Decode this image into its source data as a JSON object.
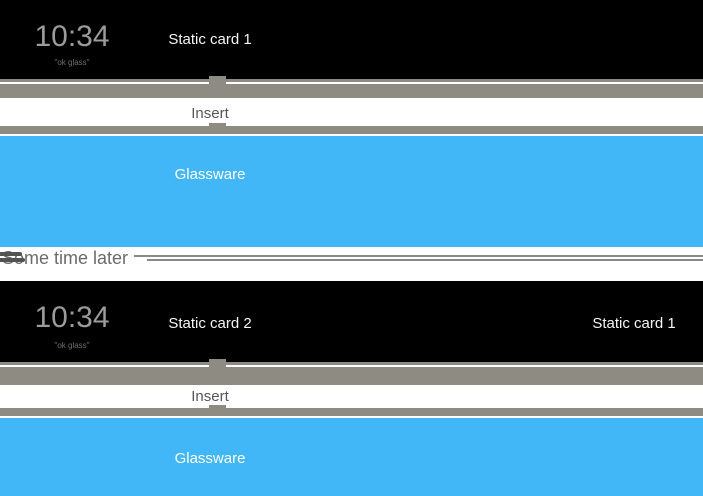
{
  "colors": {
    "bar_black": "#000000",
    "timeline_gray": "#8d8b82",
    "glassware_blue": "#41b7f7",
    "clock_text": "#9b9b9b",
    "hint_text": "#6f6f6f",
    "card_label_text": "#f5f5f5",
    "insert_text": "#565656",
    "divider_text": "#6b6b6b",
    "divider_line_left": "#535353",
    "divider_line_right": "#8a8a8a"
  },
  "sections": [
    {
      "name": "before",
      "clock": {
        "time": "10:34",
        "voice_hint": "\"ok glass\""
      },
      "static_cards": [
        "Static card 1"
      ],
      "insert_label": "Insert",
      "glassware_label": "Glassware"
    },
    {
      "name": "after",
      "clock": {
        "time": "10:34",
        "voice_hint": "\"ok glass\""
      },
      "static_cards": [
        "Static card 2",
        "Static card 1"
      ],
      "insert_label": "Insert",
      "glassware_label": "Glassware"
    }
  ],
  "divider": {
    "label": "Some time later"
  }
}
